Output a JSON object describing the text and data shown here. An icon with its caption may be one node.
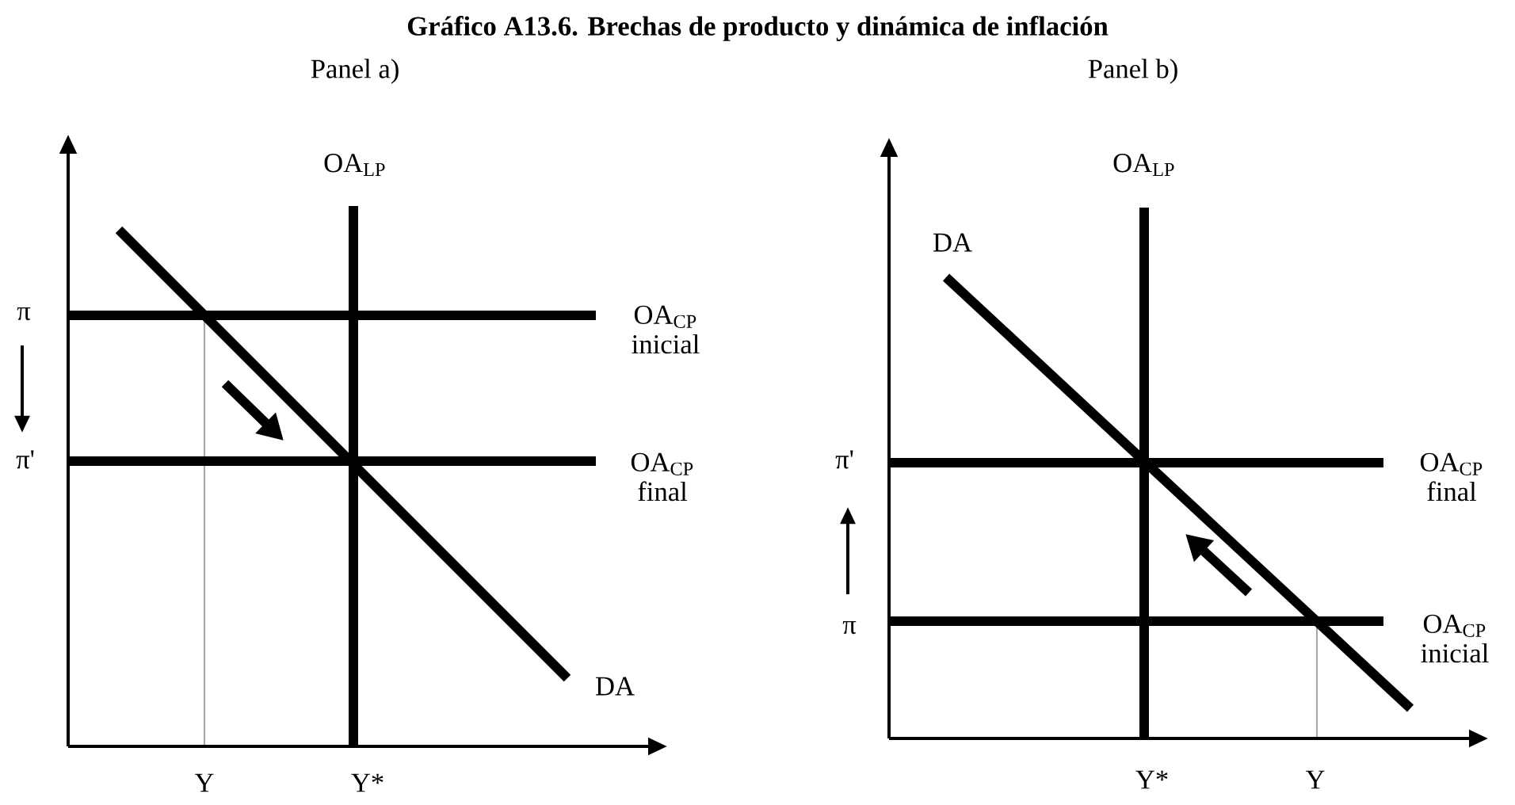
{
  "diagram": {
    "title": "Gráfico A13.6. Brechas de producto y dinámica de inflación",
    "labels": [
      "Panel a)",
      "Panel b)",
      "OA$_{LP}$",
      "OA$_{CP}$ inicial",
      "π",
      "π'",
      "OA$_{CP}$ final",
      "DA",
      "Y",
      "Y*",
      "OA$_{LP}$",
      "DA",
      "OA$_{CP}$ final",
      "π'",
      "π",
      "OA$_{CP}$ inicial",
      "Y*",
      "Y"
    ]
  }
}
